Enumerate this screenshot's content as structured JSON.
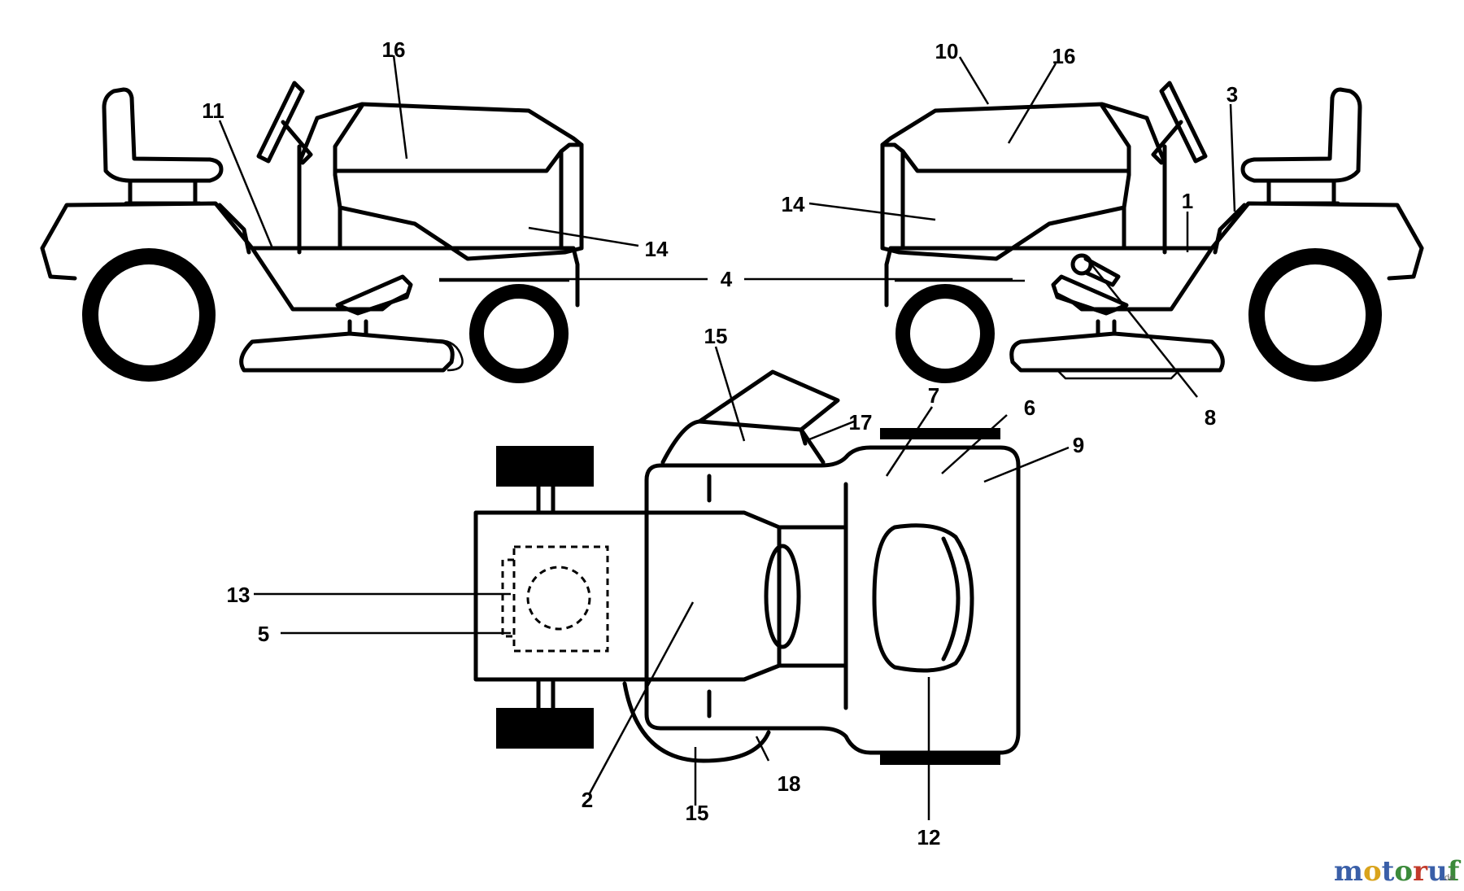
{
  "callouts": {
    "c1": "1",
    "c2": "2",
    "c3": "3",
    "c4": "4",
    "c5": "5",
    "c6": "6",
    "c7": "7",
    "c8": "8",
    "c9": "9",
    "c10": "10",
    "c11": "11",
    "c12": "12",
    "c13": "13",
    "c14": "14",
    "c15": "15",
    "c16": "16",
    "c17": "17",
    "c18": "18"
  },
  "watermark": {
    "m": "m",
    "o1": "o",
    "t": "t",
    "o2": "o",
    "r": "r",
    "u": "u",
    "f": "f",
    "suffix": ".de",
    "colors": {
      "m": "#3a5fa8",
      "o1": "#d9a31c",
      "t": "#3a5fa8",
      "o2": "#3b8a3a",
      "r": "#c23a2a",
      "u": "#3a5fa8",
      "f": "#3b8a3a"
    }
  }
}
